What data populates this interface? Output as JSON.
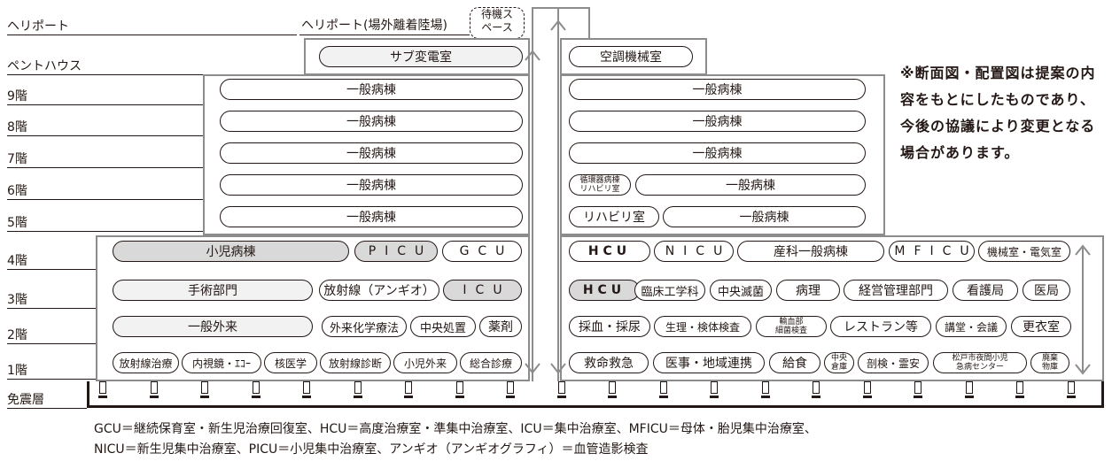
{
  "floors": {
    "heliport": "ヘリポート",
    "penthouse": "ペントハウス",
    "f9": "9階",
    "f8": "8階",
    "f7": "7階",
    "f6": "6階",
    "f5": "5階",
    "f4": "4階",
    "f3": "3階",
    "f2": "2階",
    "f1": "1階",
    "isolation": "免震層"
  },
  "top": {
    "heliport_label": "ヘリポート(場外離着陸場)",
    "standby_line1": "待機ス",
    "standby_line2": "ペース"
  },
  "penthouse": {
    "left": "サブ変電室",
    "right": "空調機械室"
  },
  "f9": {
    "left": "一般病棟",
    "right": "一般病棟"
  },
  "f8": {
    "left": "一般病棟",
    "right": "一般病棟"
  },
  "f7": {
    "left": "一般病棟",
    "right": "一般病棟"
  },
  "f6": {
    "left": "一般病棟",
    "right_small": "循環器病棟\nリハビリ室",
    "right": "一般病棟"
  },
  "f5": {
    "left": "一般病棟",
    "right_small": "リハビリ室",
    "right": "一般病棟"
  },
  "f4": {
    "pediatric": "小児病棟",
    "picu": "PICU",
    "gcu": "GCU",
    "hcu": "HCU",
    "nicu": "NICU",
    "obstetric": "産科一般病棟",
    "mficu": "MFICU",
    "machine": "機械室・電気室"
  },
  "f3": {
    "surgery": "手術部門",
    "radiation": "放射線（アンギオ）",
    "icu": "ICU",
    "hcu": "HCU",
    "clinical_eng": "臨床工学科",
    "central_sterile": "中央滅菌",
    "pathology": "病理",
    "management": "経営管理部門",
    "nursing": "看護局",
    "medical": "医局"
  },
  "f2": {
    "outpatient": "一般外来",
    "chemo": "外来化学療法",
    "central_treat": "中央処置",
    "pharmacy": "薬剤",
    "blood": "採血・採尿",
    "physio": "生理・検体検査",
    "transfusion": "輸血部\n細菌検査",
    "restaurant": "レストラン等",
    "lecture": "講堂・会議",
    "locker": "更衣室"
  },
  "f1": {
    "radiotherapy": "放射線治療",
    "endoscopy": "内視鏡・ｴｺｰ",
    "nuclear": "核医学",
    "radiodiag": "放射線診断",
    "ped_out": "小児外来",
    "general_diag": "総合診療",
    "emergency": "救命救急",
    "medical_affairs": "医事・地域連携",
    "meals": "給食",
    "central_storage": "中央\n倉庫",
    "autopsy": "剖検・霊安",
    "night_center": "松戸市夜間小児\n急病センター",
    "waste": "廃棄\n物庫"
  },
  "note": "※断面図・配置図は提案の内容をもとにしたものであり、今後の協議により変更となる場合があります。",
  "legend": {
    "line1": "GCU＝継続保育室・新生児治療回復室、HCU＝高度治療室・準集中治療室、ICU＝集中治療室、MFICU＝母体・胎児集中治療室、",
    "line2": "NICU＝新生児集中治療室、PICU＝小児集中治療室、アンギオ（アンギオグラフィ）＝血管造影検査"
  },
  "colors": {
    "gray_fill": "#d9d9d9",
    "light_fill": "#f2f2f2",
    "band_border": "#8c8c8c",
    "ink": "#231815"
  }
}
